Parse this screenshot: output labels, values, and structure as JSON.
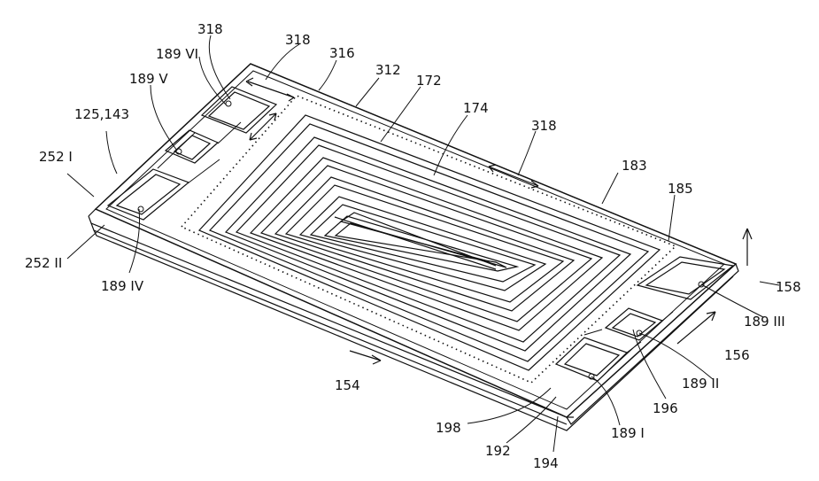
{
  "figure": {
    "labels": {
      "l318a": "318",
      "l318b": "318",
      "l316": "316",
      "l312": "312",
      "l172": "172",
      "l174": "174",
      "l318c": "318",
      "l183": "183",
      "l185": "185",
      "l189VI": "189 VI",
      "l189V": "189 V",
      "l125": "125,143",
      "l252I": "252 I",
      "l252II": "252 II",
      "l189IV": "189 IV",
      "l158": "158",
      "l189III": "189 III",
      "l156": "156",
      "l189II": "189 II",
      "l196": "196",
      "l154": "154",
      "l198": "198",
      "l192": "192",
      "l1891": "189 I",
      "l194": "194"
    }
  }
}
